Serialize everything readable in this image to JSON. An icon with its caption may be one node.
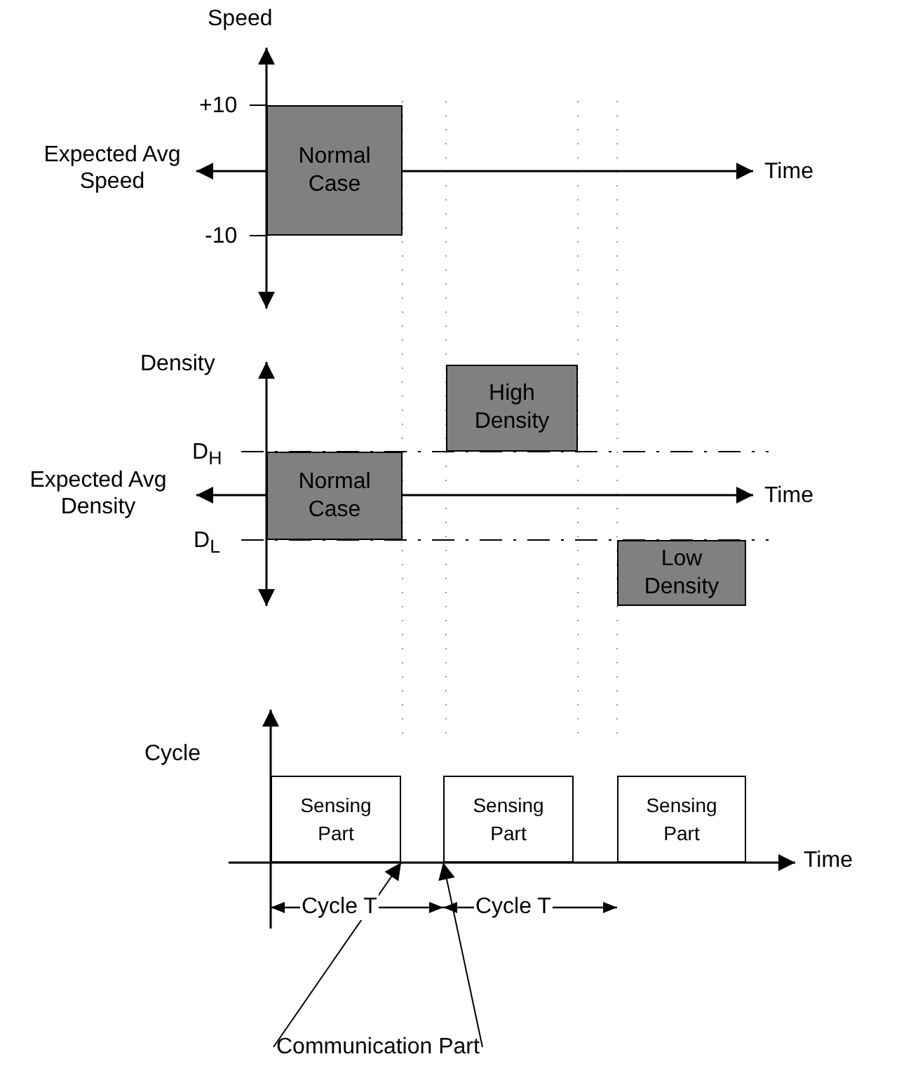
{
  "diagram": {
    "nodes": [
      {
        "text": [
          "Normal Case"
        ]
      },
      {
        "text": [
          "High Density"
        ]
      },
      {
        "text": [
          "Normal Case"
        ]
      },
      {
        "text": [
          "Low Density"
        ]
      },
      {
        "text": [
          "Sensing Part"
        ]
      },
      {
        "text": [
          "Sensing Part"
        ]
      },
      {
        "text": [
          "Sensing Part"
        ]
      },
      {
        "text": [
          "Communication Part"
        ]
      }
    ],
    "edges": [
      {
        "from": 7,
        "to": 4,
        "arrow": "to"
      },
      {
        "from": 7,
        "to": 5,
        "arrow": "to"
      }
    ],
    "labels": [
      "Speed",
      "+10",
      "Expected Avg Speed",
      "Time",
      "-10",
      "Density",
      "D$_{H}$",
      "Expected Avg Density",
      "Time",
      "D$_{L}$",
      "Cycle",
      "Time",
      "Cycle T",
      "Cycle T"
    ]
  }
}
